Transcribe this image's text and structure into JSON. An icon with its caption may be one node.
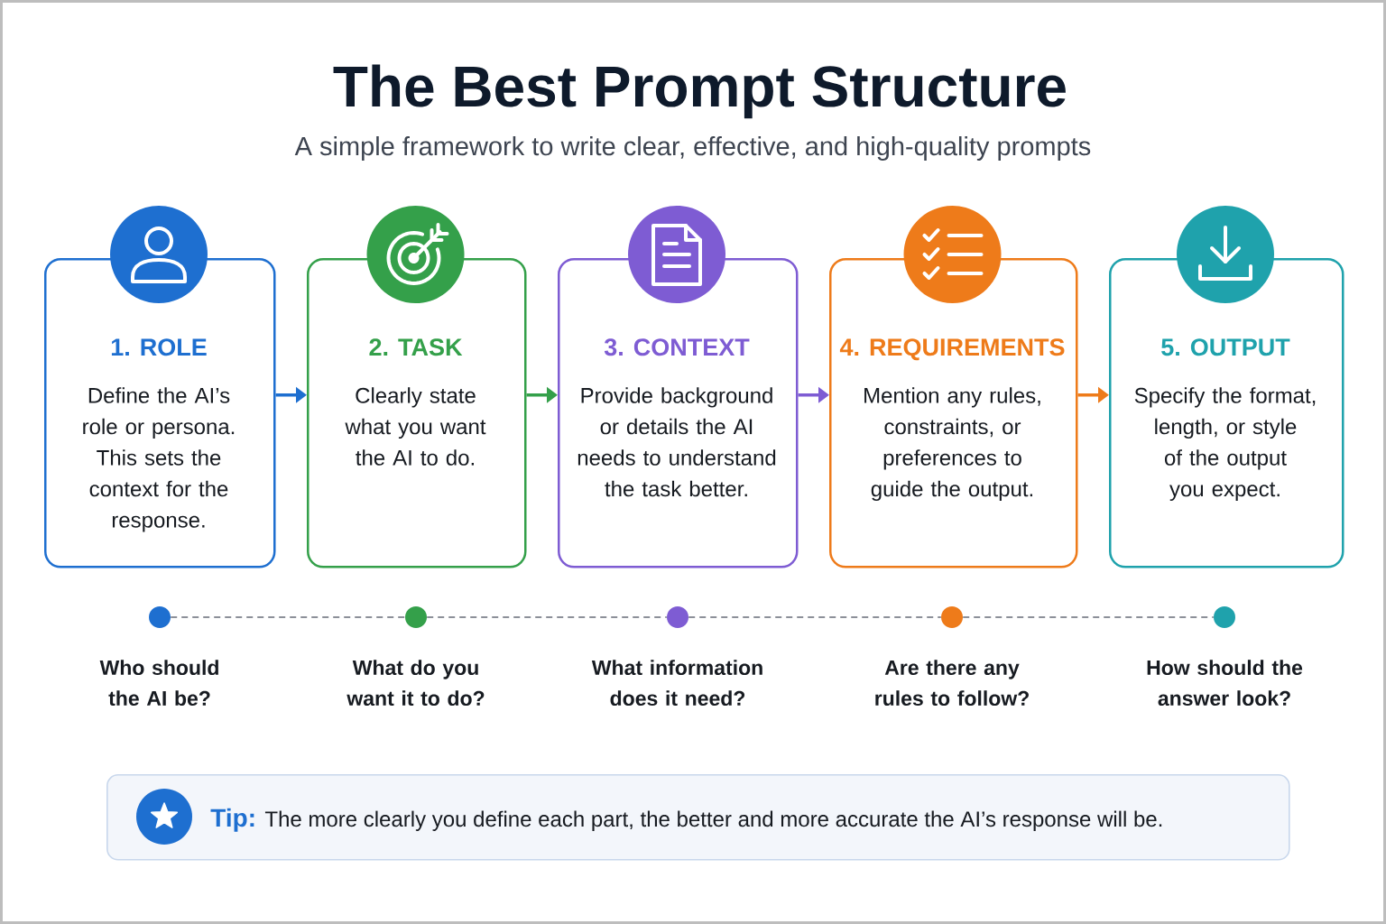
{
  "diagram": {
    "title": "The Best Prompt Structure",
    "nodes": [
      {
        "text": [
          "1. ROLE",
          "Define the AI’s role or persona. This sets the context for the response."
        ]
      },
      {
        "text": [
          "2. TASK",
          "Clearly state what you want the AI to do."
        ]
      },
      {
        "text": [
          "3. CONTEXT",
          "Provide background or details the AI needs to understand the task better."
        ]
      },
      {
        "text": [
          "4. REQUIREMENTS",
          "Mention any rules, constraints, or preferences to guide the output."
        ]
      },
      {
        "text": [
          "5. OUTPUT",
          "Specify the format, length, or style of the output you expect."
        ]
      },
      {
        "text": [],
        "shape": "circle",
        "beside": [
          "Who should the AI be?"
        ]
      },
      {
        "text": [],
        "shape": "circle",
        "beside": [
          "What do you want it to do?"
        ]
      },
      {
        "text": [],
        "shape": "circle",
        "beside": [
          "What information does it need?"
        ]
      },
      {
        "text": [],
        "shape": "circle",
        "beside": [
          "Are there any rules to follow?"
        ]
      },
      {
        "text": [],
        "shape": "circle",
        "beside": [
          "How should the answer look?"
        ]
      },
      {
        "text": [
          "Tip:",
          "The more clearly you define each part, the better and more accurate the AI’s response will be."
        ]
      }
    ],
    "edges": [
      {
        "from": 0,
        "to": 1,
        "arrow": "to",
        "color": "#1e6fd0"
      },
      {
        "from": 1,
        "to": 2,
        "arrow": "to",
        "color": "#34a04a"
      },
      {
        "from": 2,
        "to": 3,
        "arrow": "to",
        "color": "#7e5cd3"
      },
      {
        "from": 3,
        "to": 4,
        "arrow": "to",
        "color": "#ee7b1a"
      },
      {
        "from": 5,
        "to": 6,
        "arrow": "none",
        "style": "dashed",
        "color": "#8c9099"
      },
      {
        "from": 6,
        "to": 7,
        "arrow": "none",
        "style": "dashed",
        "color": "#8c9099"
      },
      {
        "from": 7,
        "to": 8,
        "arrow": "none",
        "style": "dashed",
        "color": "#8c9099"
      },
      {
        "from": 8,
        "to": 9,
        "arrow": "none",
        "style": "dashed",
        "color": "#8c9099"
      }
    ],
    "labels": [
      "A simple framework to write clear, effective, and high-quality prompts"
    ]
  }
}
